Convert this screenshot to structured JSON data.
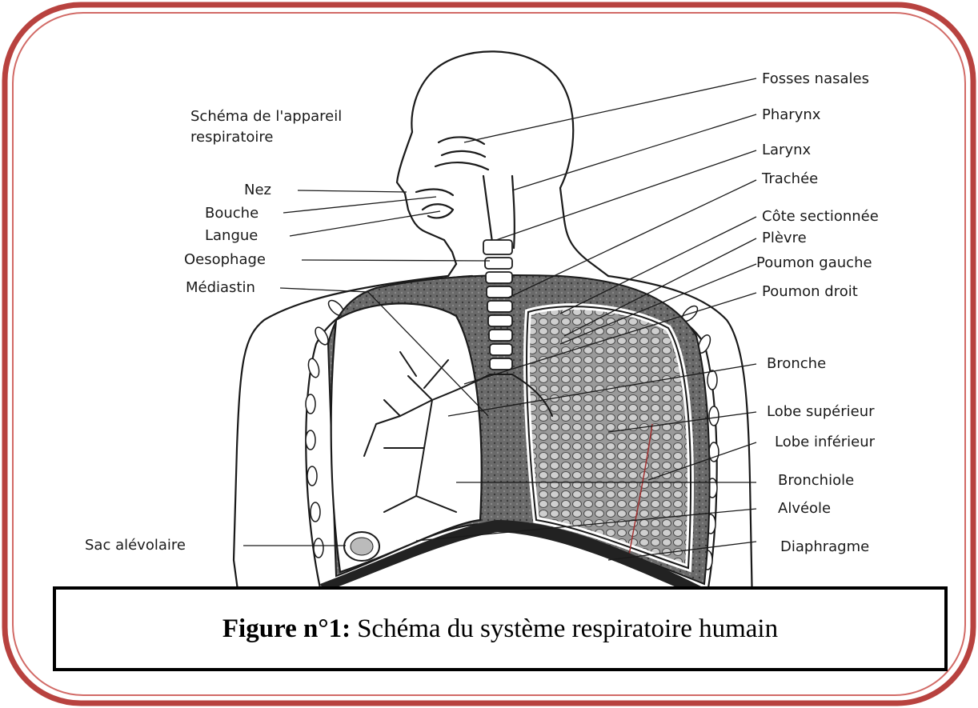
{
  "figure": {
    "diagram_title": "Schéma de l'appareil respiratoire",
    "caption_bold": "Figure n°1:",
    "caption_text": "Schéma du système respiratoire humain"
  },
  "labels_left": {
    "nez": "Nez",
    "bouche": "Bouche",
    "langue": "Langue",
    "oesophage": "Oesophage",
    "mediastin": "Médiastin",
    "sac_alveolaire": "Sac alévolaire"
  },
  "labels_right": {
    "fosses_nasales": "Fosses nasales",
    "pharynx": "Pharynx",
    "larynx": "Larynx",
    "trachee": "Trachée",
    "cote_sectionnee": "Côte sectionnée",
    "plevre": "Plèvre",
    "poumon_gauche": "Poumon gauche",
    "poumon_droit": "Poumon droit",
    "bronche": "Bronche",
    "lobe_superieur": "Lobe supérieur",
    "lobe_inferieur": "Lobe inférieur",
    "bronchiole": "Bronchiole",
    "alveole": "Alvéole",
    "diaphragme": "Diaphragme"
  },
  "colors": {
    "frame": "#b8423f",
    "frame_inner": "#d26a66",
    "lung_dark": "#5a5a5a",
    "ink": "#1a1a1a"
  }
}
